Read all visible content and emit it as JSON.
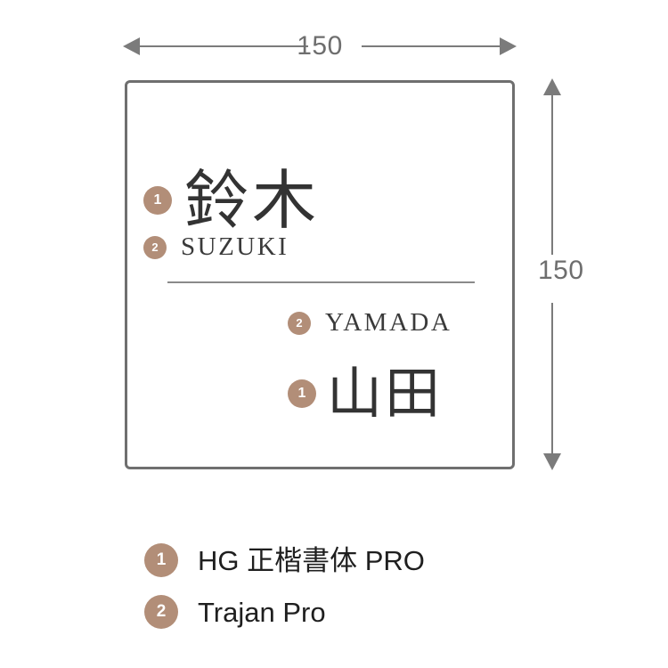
{
  "dimensions": {
    "top": {
      "value": "150",
      "unit_hidden": true
    },
    "right": {
      "value": "150"
    }
  },
  "plate": {
    "entries": [
      {
        "badge": "1",
        "text": "鈴木",
        "script": "kanji",
        "name": "suzuki-kanji"
      },
      {
        "badge": "2",
        "text": "SUZUKI",
        "script": "roman",
        "name": "suzuki-roman"
      },
      {
        "badge": "2",
        "text": "YAMADA",
        "script": "roman",
        "name": "yamada-roman"
      },
      {
        "badge": "1",
        "text": "山田",
        "script": "kanji",
        "name": "yamada-kanji"
      }
    ]
  },
  "legend": {
    "items": [
      {
        "badge": "1",
        "label": "HG 正楷書体 PRO"
      },
      {
        "badge": "2",
        "label": "Trajan Pro"
      }
    ]
  },
  "colors": {
    "badge": "#b28e78",
    "plate_border": "#6f6f6f",
    "dimension": "#7b7b7b",
    "text": "#333333",
    "background": "#ffffff"
  }
}
